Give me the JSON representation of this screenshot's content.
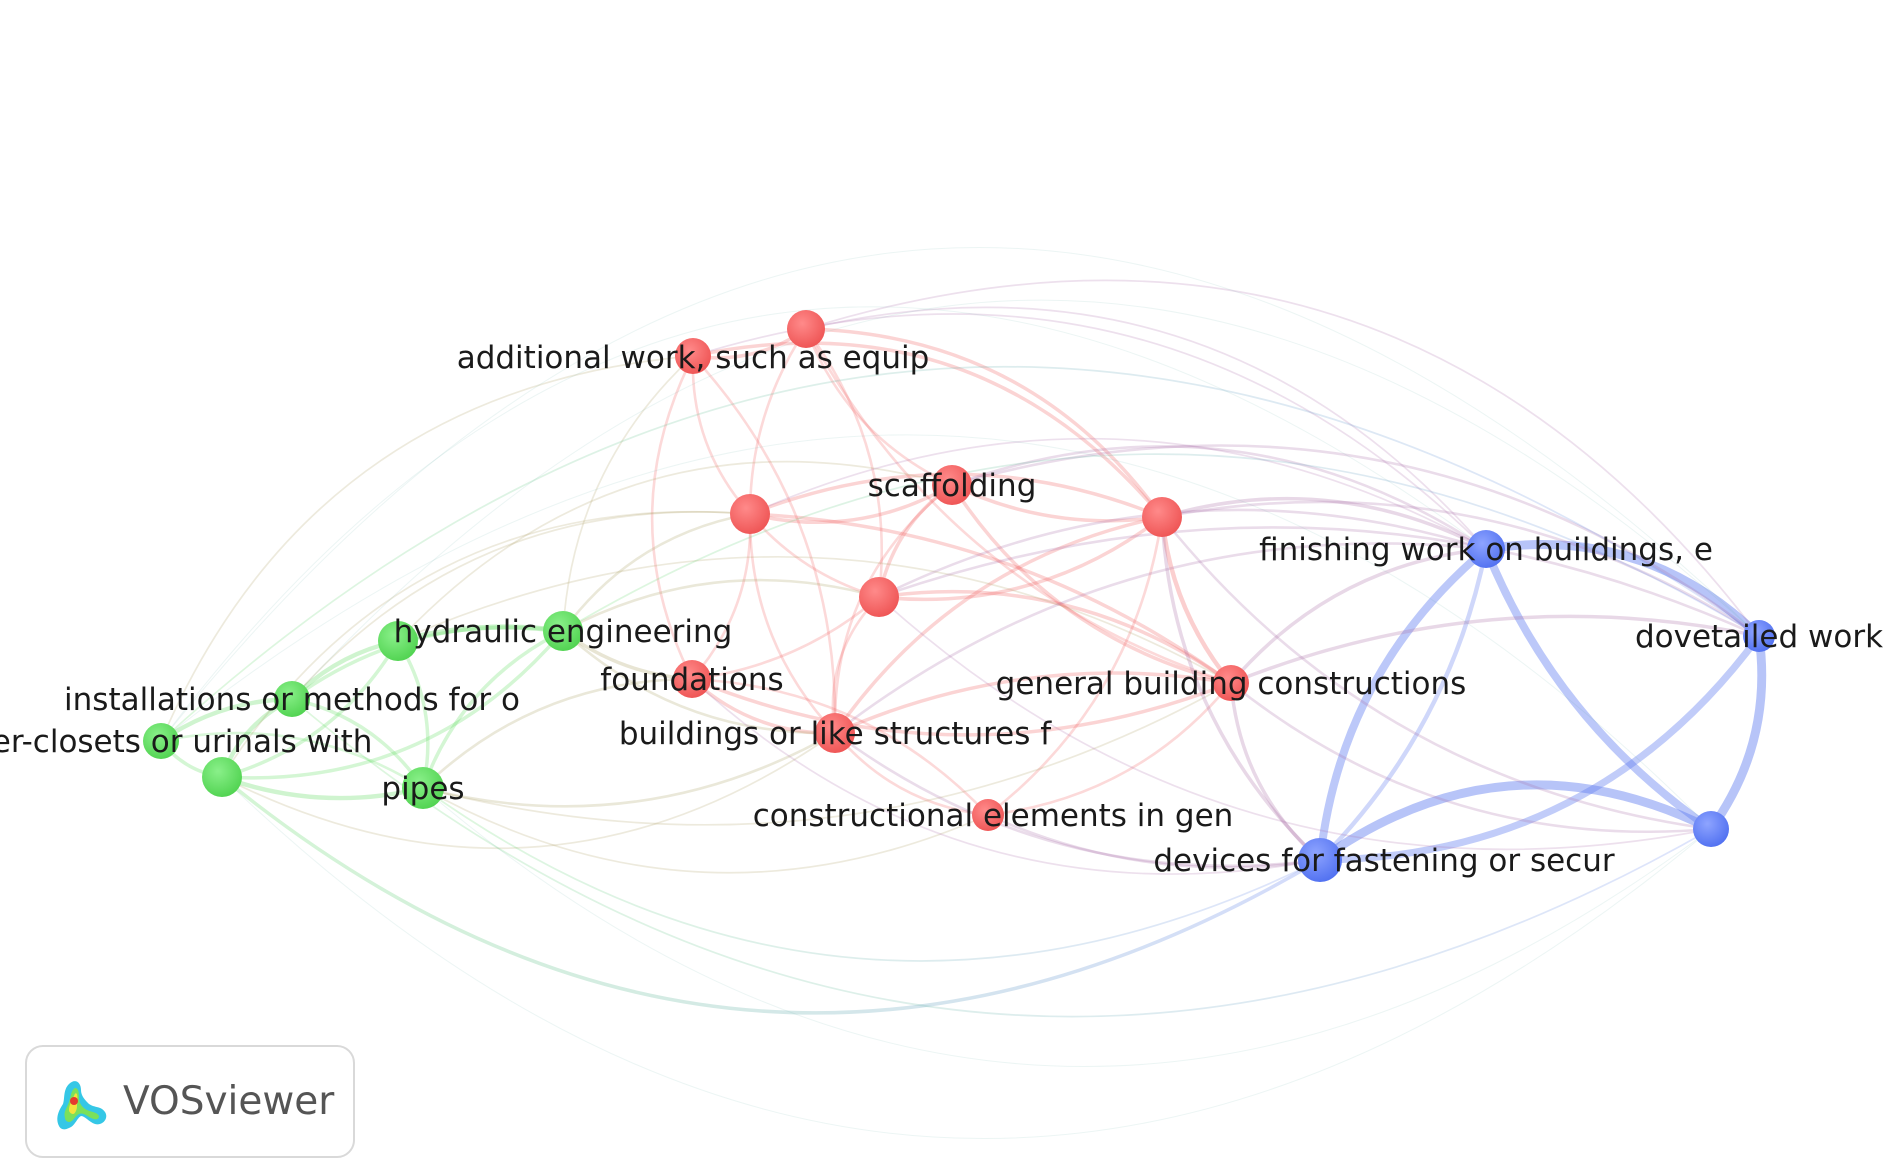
{
  "colors": {
    "cluster_red": "#f26060",
    "cluster_green": "#5fdc5f",
    "cluster_blue": "#5f7cf0",
    "label": "#1a1a1a",
    "logo_text": "#555555",
    "logo_border": "#d9d9d9"
  },
  "network": {
    "clusters": [
      {
        "id": "red",
        "color": "#f26060"
      },
      {
        "id": "green",
        "color": "#5fdc5f"
      },
      {
        "id": "blue",
        "color": "#5f7cf0"
      }
    ],
    "nodes": [
      {
        "id": "additional-work",
        "label": "additional work, such as equip",
        "cluster": "red"
      },
      {
        "id": "red-top",
        "label": "",
        "cluster": "red"
      },
      {
        "id": "scaffolding",
        "label": "scaffolding",
        "cluster": "red"
      },
      {
        "id": "red-left",
        "label": "",
        "cluster": "red"
      },
      {
        "id": "red-center",
        "label": "",
        "cluster": "red"
      },
      {
        "id": "red-right",
        "label": "",
        "cluster": "red"
      },
      {
        "id": "foundations",
        "label": "foundations",
        "cluster": "red"
      },
      {
        "id": "buildings",
        "label": "buildings or like structures f",
        "cluster": "red"
      },
      {
        "id": "general-building",
        "label": "general building constructions",
        "cluster": "red"
      },
      {
        "id": "constructional",
        "label": "constructional elements in gen",
        "cluster": "red"
      },
      {
        "id": "hydraulic",
        "label": "hydraulic engineering",
        "cluster": "green"
      },
      {
        "id": "green-a",
        "label": "",
        "cluster": "green"
      },
      {
        "id": "installations",
        "label": "installations or methods for o",
        "cluster": "green"
      },
      {
        "id": "water-closets",
        "label": "ter-closets or urinals with",
        "cluster": "green"
      },
      {
        "id": "green-b",
        "label": "",
        "cluster": "green"
      },
      {
        "id": "pipes",
        "label": "pipes",
        "cluster": "green"
      },
      {
        "id": "finishing",
        "label": "finishing work on buildings, e",
        "cluster": "blue"
      },
      {
        "id": "dovetailed",
        "label": "dovetailed work",
        "cluster": "blue"
      },
      {
        "id": "blue-c",
        "label": "",
        "cluster": "blue"
      },
      {
        "id": "fastening",
        "label": "devices for fastening or secur",
        "cluster": "blue"
      }
    ]
  },
  "logo": {
    "text": "VOSviewer",
    "icon": "vosviewer-logo-icon"
  }
}
